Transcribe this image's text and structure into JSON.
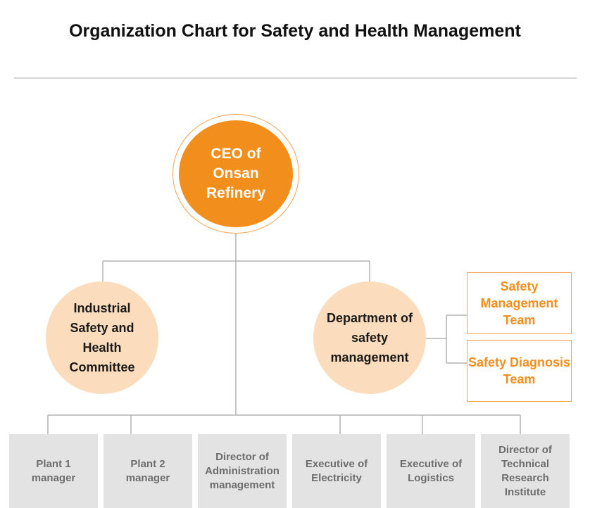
{
  "title": "Organization Chart for Safety and Health Management",
  "colors": {
    "accent": "#f28e1c",
    "light": "#fbdcbc",
    "box": "#e3e3e3",
    "line": "#b3b3b3"
  },
  "ceo": "CEO of Onsan Refinery",
  "committee": "Industrial Safety and Health Committee",
  "department": "Department of safety management",
  "teams": [
    "Safety Management Team",
    "Safety Diagnosis Team"
  ],
  "units": [
    "Plant 1 manager",
    "Plant 2 manager",
    "Director of Administration management",
    "Executive of Electricity",
    "Executive of Logistics",
    "Director of Technical Research Institute"
  ]
}
